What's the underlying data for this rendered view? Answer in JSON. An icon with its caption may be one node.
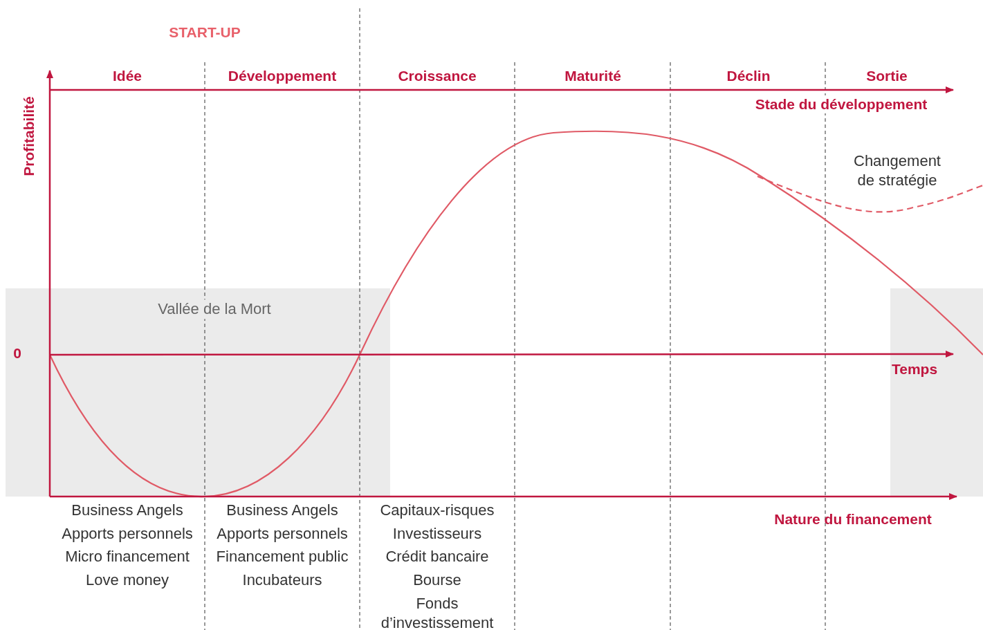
{
  "diagram": {
    "labels": [
      "START-UP",
      "Idée",
      "Développement",
      "Croissance",
      "Maturité",
      "Déclin",
      "Sortie",
      "Profitabilité",
      "Stade du développement",
      "Changement de stratégie",
      "Vallée de la Mort",
      "0",
      "Temps",
      "Business Angels",
      "Apports personnels",
      "Micro financement",
      "Love money",
      "Business Angels",
      "Apports personnels",
      "Financement public",
      "Incubateurs",
      "Capitaux-risques",
      "Investisseurs",
      "Crédit bancaire",
      "Bourse",
      "Fonds d’investissement",
      "Nature du financement"
    ]
  }
}
